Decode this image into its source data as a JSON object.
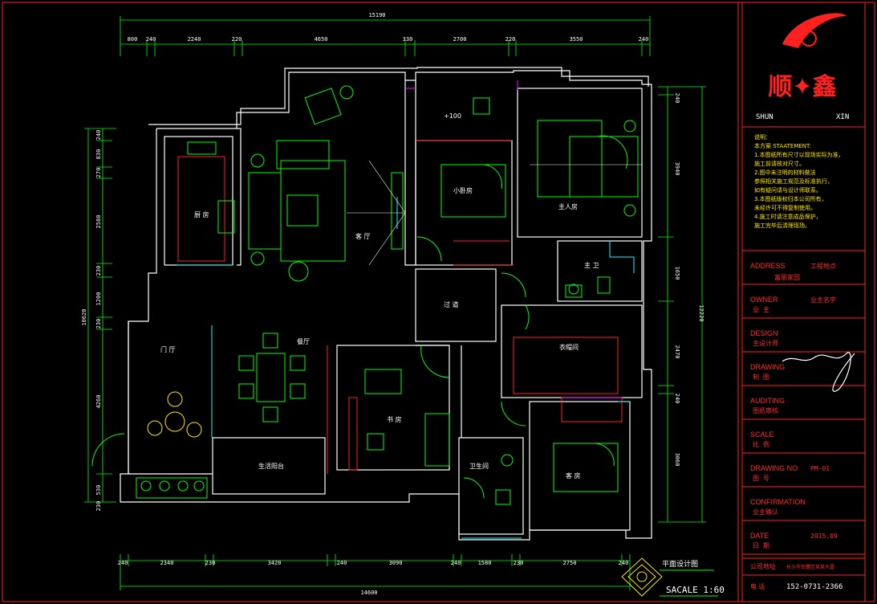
{
  "colors": {
    "background": "#000000",
    "wall": "#ffffff",
    "frame": "#ff2020",
    "furniture": "#00ff00",
    "dimension": "#00ff00",
    "cyan": "#00ffff",
    "yellow": "#ffe600",
    "magenta": "#ff00ff"
  },
  "dimensions": {
    "top_total": "15190",
    "top_segments": [
      "800",
      "240",
      "2240",
      "220",
      "4650",
      "330",
      "2700",
      "220",
      "3550",
      "240"
    ],
    "right_total": "12220",
    "right_segments": [
      "240",
      "3940",
      "1650",
      "2470",
      "240",
      "3060"
    ],
    "left_total": "10620",
    "left_segments": [
      "240",
      "830",
      "270",
      "2580",
      "230",
      "1200",
      "230",
      "4260",
      "530",
      "230"
    ],
    "bottom_total": "14600",
    "bottom_segments": [
      "240",
      "2340",
      "230",
      "3420",
      "240",
      "3090",
      "240",
      "1580",
      "230",
      "2750",
      "240"
    ]
  },
  "rooms": {
    "kitchen": "厨 房",
    "living": "客 厅",
    "small_bedroom": "小卧房",
    "master_bedroom": "主人房",
    "master_bath": "主 卫",
    "corridor": "过 道",
    "cloakroom": "衣帽间",
    "dining": "餐厅",
    "foyer": "门 厅",
    "study": "书 房",
    "balcony": "生活阳台",
    "guest_bath": "卫生间",
    "guest_room": "客 房",
    "level_mark": "+100"
  },
  "drawing": {
    "title": "平面设计图",
    "scale": "SACALE 1:60"
  },
  "title_block": {
    "logo_text": "顺✦鑫",
    "logo_left": "SHUN",
    "logo_right": "XIN",
    "notes": [
      "说明：",
      "本方案 STAATEMENT:",
      "1.本图纸所有尺寸以现场实际为准，",
      "施工前请核对尺寸。",
      "2.图中未注明的材料做法",
      "参照相关施工规范及标准执行，",
      "如有疑问请与设计师联系。",
      "3.本图纸版权归本公司所有，",
      "未经许可不得复制使用。",
      "4.施工时请注意成品保护，",
      "施工完毕后清理现场。"
    ],
    "rows": [
      {
        "label": "ADDRESS",
        "sub": "",
        "value": "工程地点",
        "value2": "富丽家园"
      },
      {
        "label": "OWNER",
        "sub": "业 主",
        "value": "业主名字",
        "value2": ""
      },
      {
        "label": "DESIGN",
        "sub": "主设计师",
        "value": "",
        "value2": ""
      },
      {
        "label": "DRAWING",
        "sub": "制 图",
        "value": "",
        "value2": ""
      },
      {
        "label": "AUDITING",
        "sub": "图纸审核",
        "value": "",
        "value2": ""
      },
      {
        "label": "SCALE",
        "sub": "比 例",
        "value": "",
        "value2": ""
      },
      {
        "label": "DRAWING NO",
        "sub": "图 号",
        "value": "PM-01",
        "value2": ""
      },
      {
        "label": "CONFIRMATION",
        "sub": "业主确认",
        "value": "",
        "value2": ""
      },
      {
        "label": "DATE",
        "sub": "日 期",
        "value": "2015.09",
        "value2": ""
      }
    ],
    "company_label": "公司地址",
    "company_value": "长沙市岳麓区某某大厦",
    "phone_label": "电 话",
    "phone_value": "152-0731-2366"
  }
}
